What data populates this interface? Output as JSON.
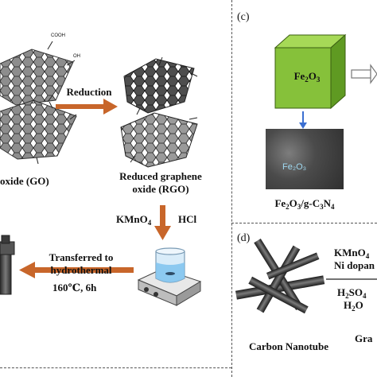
{
  "panel_c": {
    "label": "(c)",
    "cube_text": "Fe₂O₃",
    "sem_text": "Fe₂O₃",
    "product": "Fe₂O₃/g-C₃N₄"
  },
  "panel_d": {
    "label": "(d)",
    "reagent_top_1": "KMnO₄",
    "reagent_top_2": "Ni dopan",
    "reagent_bottom_1": "H₂SO₄",
    "reagent_bottom_2": "H₂O",
    "start_material": "Carbon Nanotube",
    "product_partial": "Gra"
  },
  "panel_left": {
    "go_label": "oxide (GO)",
    "step_label": "Reduction",
    "rgo_label_1": "Reduced graphene",
    "rgo_label_2": "oxide (RGO)",
    "reagent_1": "KMnO₄",
    "reagent_2": "HCl",
    "transfer_1": "Transferred to",
    "transfer_2": "hydrothermal",
    "conditions": "160℃,  6h"
  },
  "sheet_labels": {
    "cooh": "COOH",
    "oh": "OH"
  },
  "colors": {
    "arrow_orange": "#c8662a",
    "cube_green": "#8cc63f",
    "arrow_blue": "#3b6fd1",
    "sheet_go": "#8a8a8a",
    "sheet_rgo": "#5a5a5a"
  }
}
